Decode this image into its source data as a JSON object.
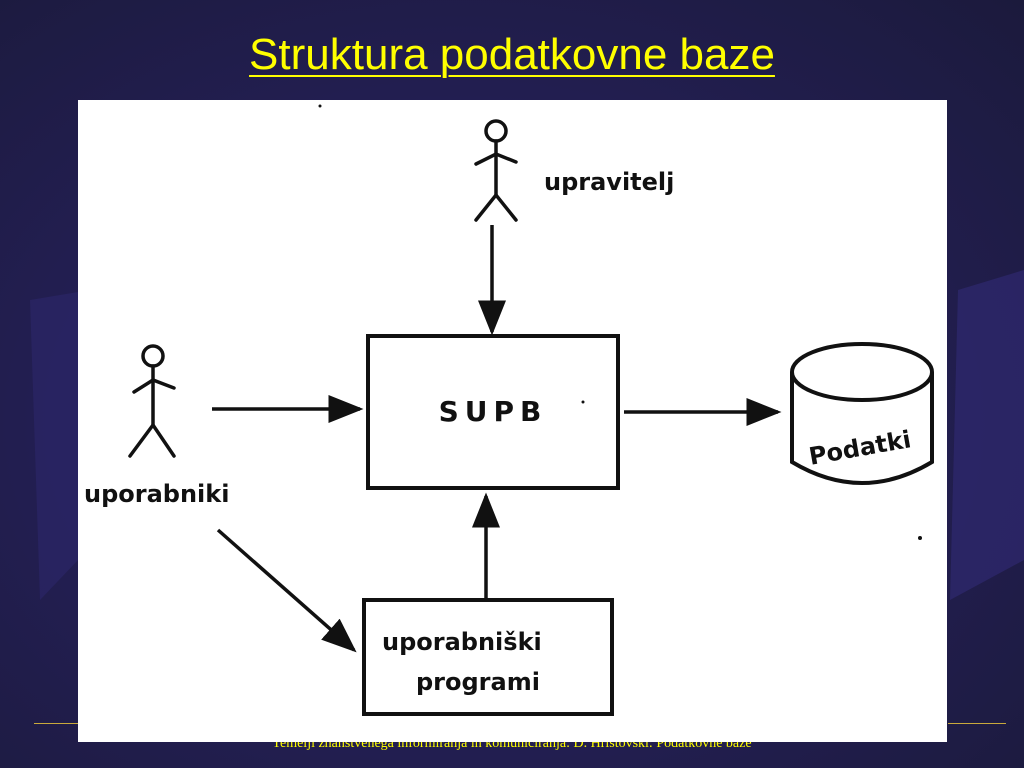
{
  "slide": {
    "title": "Struktura podatkovne baze",
    "footer": "Temelji znanstvenega informiranja in komuniciranja:  D. Hristovski:  Podatkovne baze"
  },
  "diagram": {
    "admin_label": "upravitelj",
    "users_label": "uporabniki",
    "dbms_label": "SUPB",
    "data_label": "Podatki",
    "programs_label_line1": "uporabniški",
    "programs_label_line2": "programi"
  },
  "colors": {
    "background": "#221f4a",
    "title": "#ffff00",
    "figure_background": "#ffffff",
    "ink": "#111111"
  }
}
